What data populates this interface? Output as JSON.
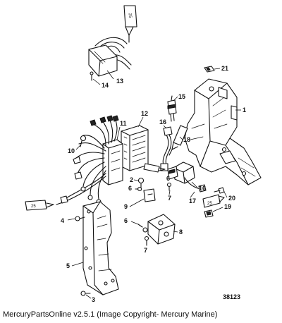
{
  "diagram": {
    "callouts": {
      "c1": "1",
      "c2": "2",
      "c3": "3",
      "c4": "4",
      "c5": "5",
      "c6a": "6",
      "c6b": "6",
      "c6c": "6",
      "c7a": "7",
      "c7b": "7",
      "c8": "8",
      "c9": "9",
      "c10": "10",
      "c11": "11",
      "c12": "12",
      "c13": "13",
      "c14": "14",
      "c15": "15",
      "c16a": "16",
      "c16b": "16",
      "c17": "17",
      "c18": "18",
      "c19": "19",
      "c20": "20",
      "c21": "21"
    },
    "tube_labels": {
      "top": "25",
      "left": "25",
      "right": "25"
    },
    "figure_number": "38123"
  },
  "caption": "MercuryPartsOnline v2.5.1 (Image Copyright- Mercury Marine)"
}
